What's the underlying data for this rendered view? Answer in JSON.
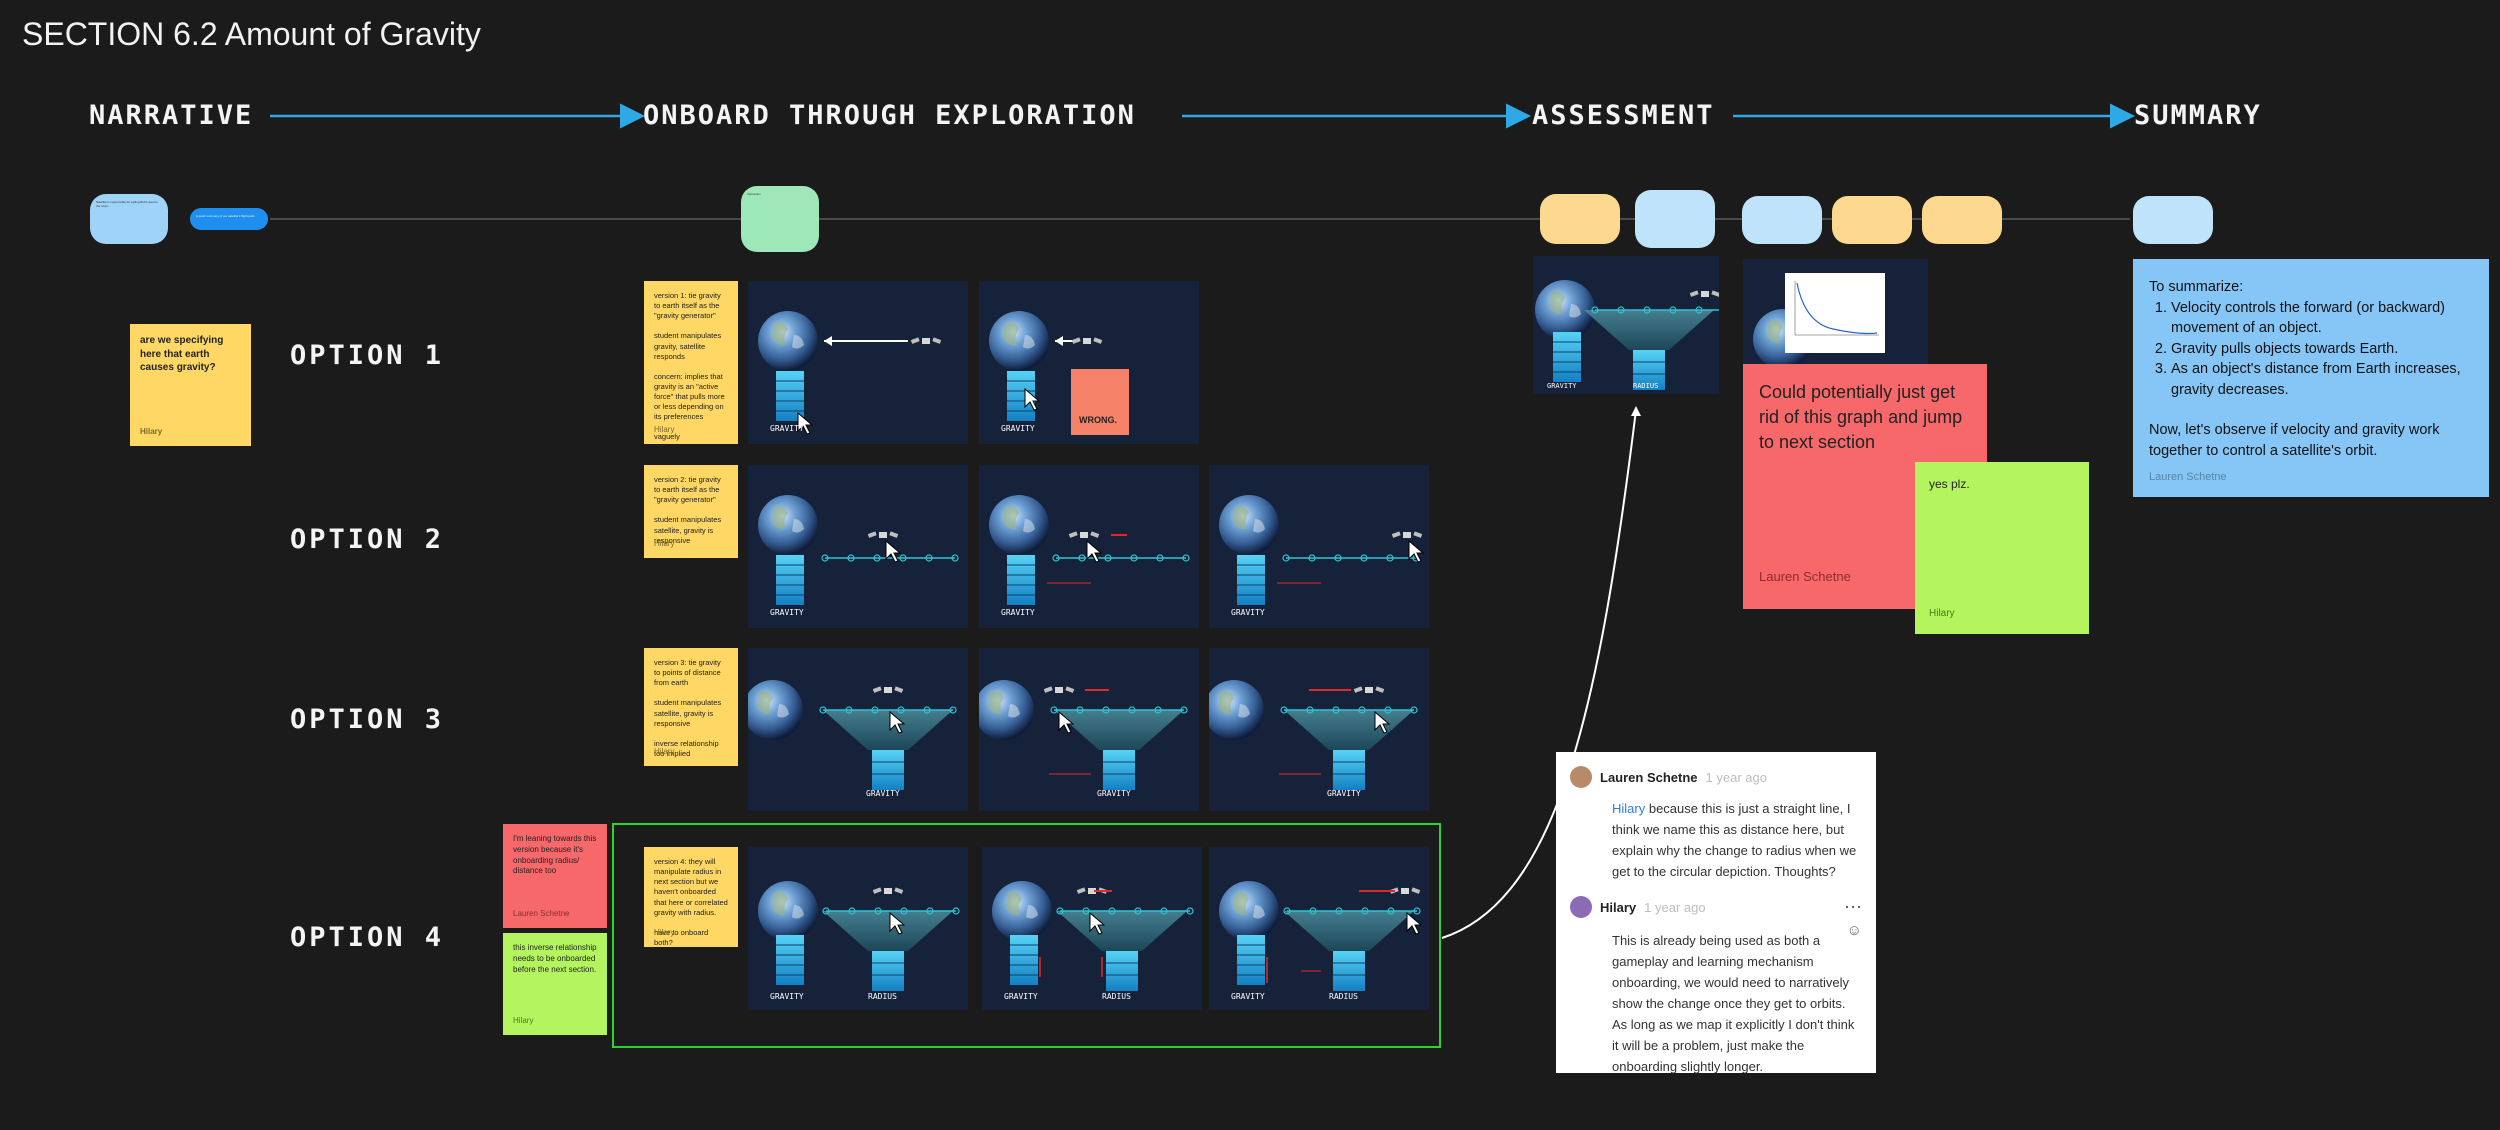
{
  "header": {
    "title": "SECTION 6.2 Amount of Gravity"
  },
  "phases": [
    "NARRATIVE",
    "ONBOARD THROUGH EXPLORATION",
    "ASSESSMENT",
    "SUMMARY"
  ],
  "options": [
    "OPTION 1",
    "OPTION 2",
    "OPTION 3",
    "OPTION 4"
  ],
  "colors": {
    "accent_arrow": "#2fa8e6",
    "green_frame": "#2fd12f",
    "sticky_yellow": "#fed764",
    "sticky_red": "#f7686a",
    "sticky_green": "#b4f55f",
    "summary_blue": "#85c6f6",
    "frame_bg": "#16213a"
  },
  "flow_nodes": {
    "narrative_1": "Satellite is responsible for selling Bob's feed to the cows...",
    "narrative_2": "A quick summary of our satellite's flight path",
    "onboard": "Instruction"
  },
  "stickies": {
    "question": {
      "text": "are we specifying here that earth causes gravity?",
      "author": "Hilary"
    },
    "v1": {
      "lines": [
        "version 1: tie gravity to earth itself as the \"gravity generator\"",
        "student manipulates gravity, satellite responds",
        "concern: implies that gravity is an \"active force\" that pulls more or less depending on its preferences",
        "vaguely anthropomorphizing"
      ],
      "author": "Hilary"
    },
    "v2": {
      "lines": [
        "version 2: tie gravity to earth itself as the \"gravity generator\"",
        "student manipulates satellite, gravity is responsive"
      ],
      "author": "Hilary"
    },
    "v3": {
      "lines": [
        "version 3: tie gravity to points of distance from earth",
        "student manipulates satellite, gravity is responsive",
        "inverse relationship too implied"
      ],
      "author": "Hilary"
    },
    "v4": {
      "lines": [
        "version 4: they will manipulate radius in next section but we haven't onboarded that here or correlated gravity with radius.",
        "have to onboard both?"
      ],
      "author": "Hilary"
    },
    "leaning": {
      "text": "I'm leaning towards this version because it's onboarding radius/ distance too",
      "author": "Lauren Schetne"
    },
    "inverse": {
      "text": "this inverse relationship needs to be onboarded before the next section.",
      "author": "Hilary"
    },
    "wrong": {
      "text": "WRONG."
    },
    "graph": {
      "text": "Could potentially just get rid of this graph and jump to next section",
      "author": "Lauren Schetne"
    },
    "yes": {
      "text": "yes plz.",
      "author": "Hilary"
    }
  },
  "frame_labels": {
    "gravity": "GRAVITY",
    "radius": "RADIUS"
  },
  "comments": [
    {
      "name": "Lauren Schetne",
      "time": "1 year ago",
      "mention": "Hilary",
      "text": " because this is just a straight line, I think we name this as distance here, but explain why the change to radius when we get to the circular depiction. Thoughts?"
    },
    {
      "name": "Hilary",
      "time": "1 year ago",
      "text": "This is already being used as both a gameplay and learning mechanism onboarding, we would need to narratively show the change once they get to orbits. As long as we map it explicitly I don't think it will be a problem, just make the onboarding slightly longer."
    }
  ],
  "summary": {
    "intro": "To summarize:",
    "items": [
      "Velocity controls the forward (or backward) movement of an object.",
      "Gravity pulls objects towards Earth.",
      "As an object's distance from Earth increases, gravity decreases."
    ],
    "outro": "Now, let's observe if velocity and gravity work together to control a satellite's orbit.",
    "author": "Lauren Schetne"
  }
}
